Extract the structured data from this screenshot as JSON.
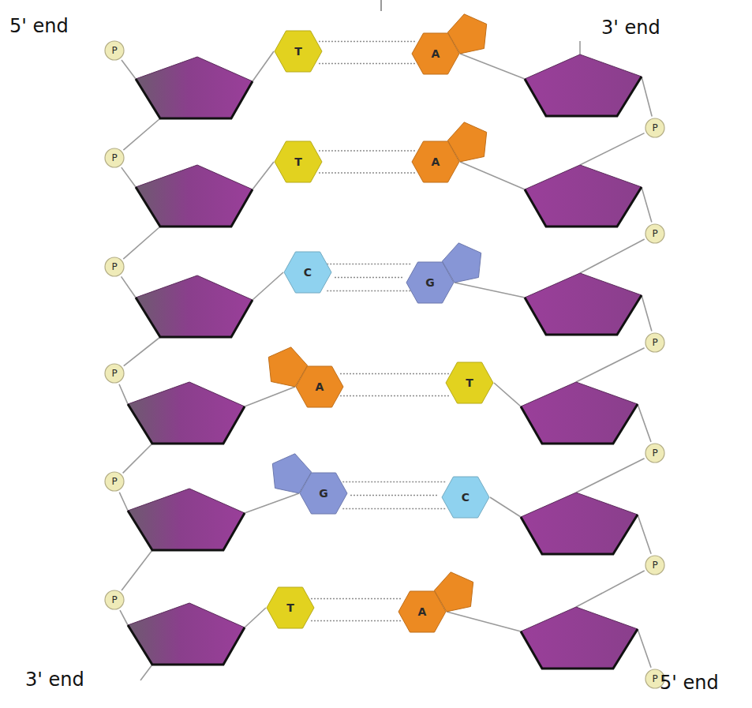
{
  "diagram": {
    "nodes": [
      {
        "text": [
          "P"
        ]
      },
      {
        "text": [
          "T"
        ]
      },
      {
        "text": [
          "A"
        ]
      },
      {
        "text": [
          "P"
        ]
      },
      {
        "text": [
          "P"
        ]
      },
      {
        "text": [
          "T"
        ]
      },
      {
        "text": [
          "A"
        ]
      },
      {
        "text": [
          "P"
        ]
      },
      {
        "text": [
          "P"
        ]
      },
      {
        "text": [
          "C"
        ]
      },
      {
        "text": [
          "G"
        ]
      },
      {
        "text": [
          "P"
        ]
      },
      {
        "text": [
          "P"
        ]
      },
      {
        "text": [
          "A"
        ]
      },
      {
        "text": [
          "T"
        ]
      },
      {
        "text": [
          "P"
        ]
      },
      {
        "text": [
          "P"
        ]
      },
      {
        "text": [
          "G"
        ]
      },
      {
        "text": [
          "C"
        ]
      },
      {
        "text": [
          "P"
        ]
      },
      {
        "text": [
          "P"
        ]
      },
      {
        "text": [
          "T"
        ]
      },
      {
        "text": [
          "A"
        ]
      },
      {
        "text": [
          "P"
        ]
      }
    ],
    "edges": [
      {
        "from": 1,
        "to": 2,
        "arrow": "none"
      },
      {
        "from": 1,
        "to": 2,
        "arrow": "none"
      },
      {
        "from": 5,
        "to": 6,
        "arrow": "none"
      },
      {
        "from": 5,
        "to": 6,
        "arrow": "none"
      },
      {
        "from": 9,
        "to": 10,
        "arrow": "none"
      },
      {
        "from": 9,
        "to": 10,
        "arrow": "none"
      },
      {
        "from": 9,
        "to": 10,
        "arrow": "none"
      },
      {
        "from": 13,
        "to": 14,
        "arrow": "none"
      },
      {
        "from": 13,
        "to": 14,
        "arrow": "none"
      },
      {
        "from": 17,
        "to": 18,
        "arrow": "none"
      },
      {
        "from": 17,
        "to": 18,
        "arrow": "none"
      },
      {
        "from": 17,
        "to": 18,
        "arrow": "none"
      },
      {
        "from": 21,
        "to": 22,
        "arrow": "none"
      },
      {
        "from": 21,
        "to": 22,
        "arrow": "none"
      }
    ],
    "labels": [
      "5' end",
      "3' end",
      "3' end",
      "5' end"
    ]
  }
}
